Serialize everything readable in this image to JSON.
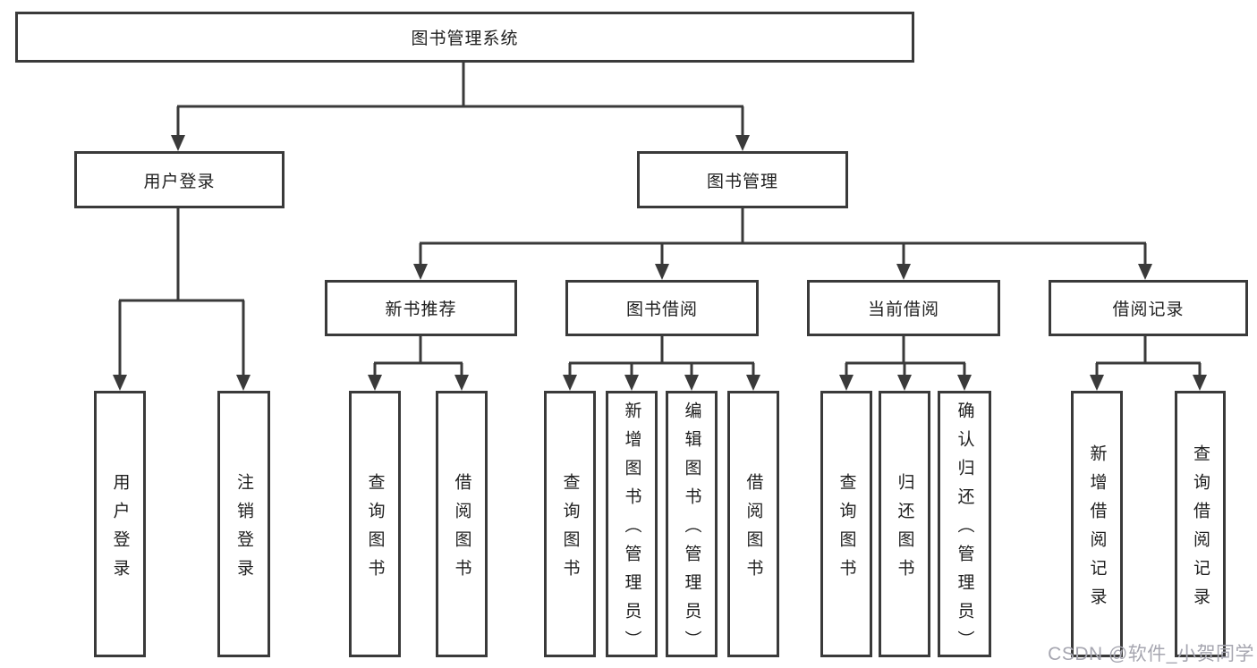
{
  "palette": {
    "background": "#ffffff",
    "line_color": "#3a3a3a",
    "box_border_color": "#3a3a3a",
    "text_color": "#1f1f1f",
    "watermark_color": "#a6a6b0"
  },
  "root": {
    "label": "图书管理系统"
  },
  "user_login": {
    "label": "用户登录",
    "children": [
      {
        "label": "用户登录"
      },
      {
        "label": "注销登录"
      }
    ]
  },
  "book_management": {
    "label": "图书管理",
    "sections": [
      {
        "label": "新书推荐",
        "children": [
          {
            "label": "查询图书"
          },
          {
            "label": "借阅图书"
          }
        ]
      },
      {
        "label": "图书借阅",
        "children": [
          {
            "label": "查询图书"
          },
          {
            "label": "新增图书（管理员）"
          },
          {
            "label": "编辑图书（管理员）"
          },
          {
            "label": "借阅图书"
          }
        ]
      },
      {
        "label": "当前借阅",
        "children": [
          {
            "label": "查询图书"
          },
          {
            "label": "归还图书"
          },
          {
            "label": "确认归还（管理员）"
          }
        ]
      },
      {
        "label": "借阅记录",
        "children": [
          {
            "label": "新增借阅记录"
          },
          {
            "label": "查询借阅记录"
          }
        ]
      }
    ]
  },
  "watermark": {
    "text": "CSDN @软件_小贺同学"
  }
}
